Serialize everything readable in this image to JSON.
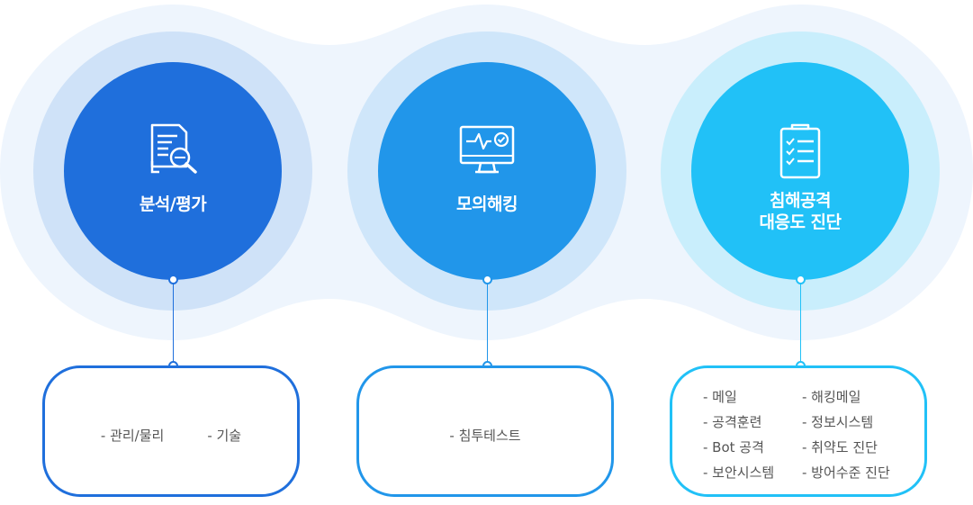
{
  "services": [
    {
      "title_lines": [
        "분석/평가"
      ],
      "icon": "document-search-icon",
      "color": "#1f6fdc",
      "box_layout": "row",
      "items": [
        "- 관리/물리",
        "- 기술"
      ]
    },
    {
      "title_lines": [
        "모의해킹"
      ],
      "icon": "monitor-check-icon",
      "color": "#2196ea",
      "box_layout": "row",
      "items": [
        "- 침투테스트"
      ]
    },
    {
      "title_lines": [
        "침해공격",
        "대응도 진단"
      ],
      "icon": "clipboard-checklist-icon",
      "color": "#21c1f7",
      "box_layout": "grid",
      "items": [
        "- 메일",
        "- 해킹메일",
        "- 공격훈련",
        "- 정보시스템",
        "- Bot 공격",
        "- 취약도 진단",
        "- 보안시스템",
        "- 방어수준 진단"
      ]
    }
  ],
  "colors": {
    "outer_band": "#eef5fd",
    "ring_1": "#cfe2f8",
    "ring_2": "#cfe6fa",
    "ring_3": "#c9eefc"
  }
}
